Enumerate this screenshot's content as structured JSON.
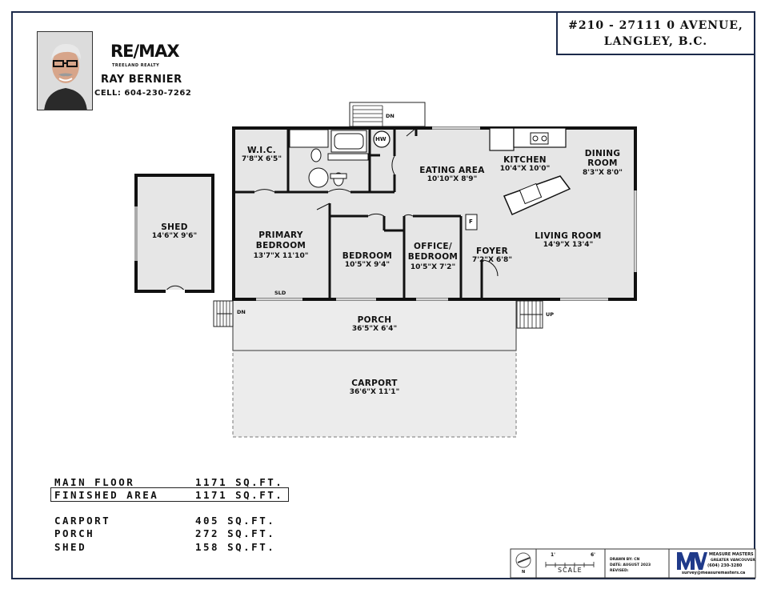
{
  "address": {
    "line1": "#210 - 27111 0 AVENUE,",
    "line2": "LANGLEY, B.C."
  },
  "agent": {
    "logo": "RE/MAX",
    "brokerage": "TREELAND REALTY",
    "name": "RAY BERNIER",
    "cell": "CELL: 604-230-7262"
  },
  "rooms": [
    {
      "name": "W.I.C.",
      "dims": "7'8\"X 6'5\""
    },
    {
      "name": "EATING AREA",
      "dims": "10'10\"X 8'9\""
    },
    {
      "name": "KITCHEN",
      "dims": "10'4\"X 10'0\""
    },
    {
      "name": "DINING ROOM",
      "dims": "8'3\"X 8'0\""
    },
    {
      "name": "SHED",
      "dims": "14'6\"X 9'6\""
    },
    {
      "name": "PRIMARY BEDROOM",
      "dims": "13'7\"X 11'10\""
    },
    {
      "name": "BEDROOM",
      "dims": "10'5\"X 9'4\""
    },
    {
      "name": "OFFICE/ BEDROOM",
      "dims": "10'5\"X 7'2\""
    },
    {
      "name": "FOYER",
      "dims": "7'2\"X 6'8\""
    },
    {
      "name": "LIVING ROOM",
      "dims": "14'9\"X 13'4\""
    },
    {
      "name": "PORCH",
      "dims": "36'5\"X 6'4\""
    },
    {
      "name": "CARPORT",
      "dims": "36'6\"X 11'1\""
    }
  ],
  "plan_marks": {
    "hw": "HW",
    "f": "F",
    "dn_top": "DN",
    "dn_left": "DN",
    "up_right": "UP",
    "sld": "SLD"
  },
  "areas": [
    {
      "label": "MAIN FLOOR",
      "value": "1171 SQ.FT."
    },
    {
      "label": "FINISHED AREA",
      "value": "1171 SQ.FT."
    },
    {
      "label": "CARPORT",
      "value": "405 SQ.FT."
    },
    {
      "label": "PORCH",
      "value": "272 SQ.FT."
    },
    {
      "label": "SHED",
      "value": "158 SQ.FT."
    }
  ],
  "footer": {
    "north": "N",
    "scale_1": "1'",
    "scale_2": "6'",
    "scale_label": "SCALE",
    "drawn_by": "DRAWN BY: CN",
    "date": "DATE: AUGUST 2023",
    "revised": "REVISED:",
    "company": "MEASURE MASTERS",
    "company_sub": "GREATER VANCOUVER",
    "phone": "(604) 230-3280",
    "email": "survey@measuremasters.ca"
  },
  "colors": {
    "frame": "#1c2a4a",
    "floor_fill": "#e6e6e6",
    "wall": "#111111",
    "logo_blue": "#1f3a8a"
  }
}
